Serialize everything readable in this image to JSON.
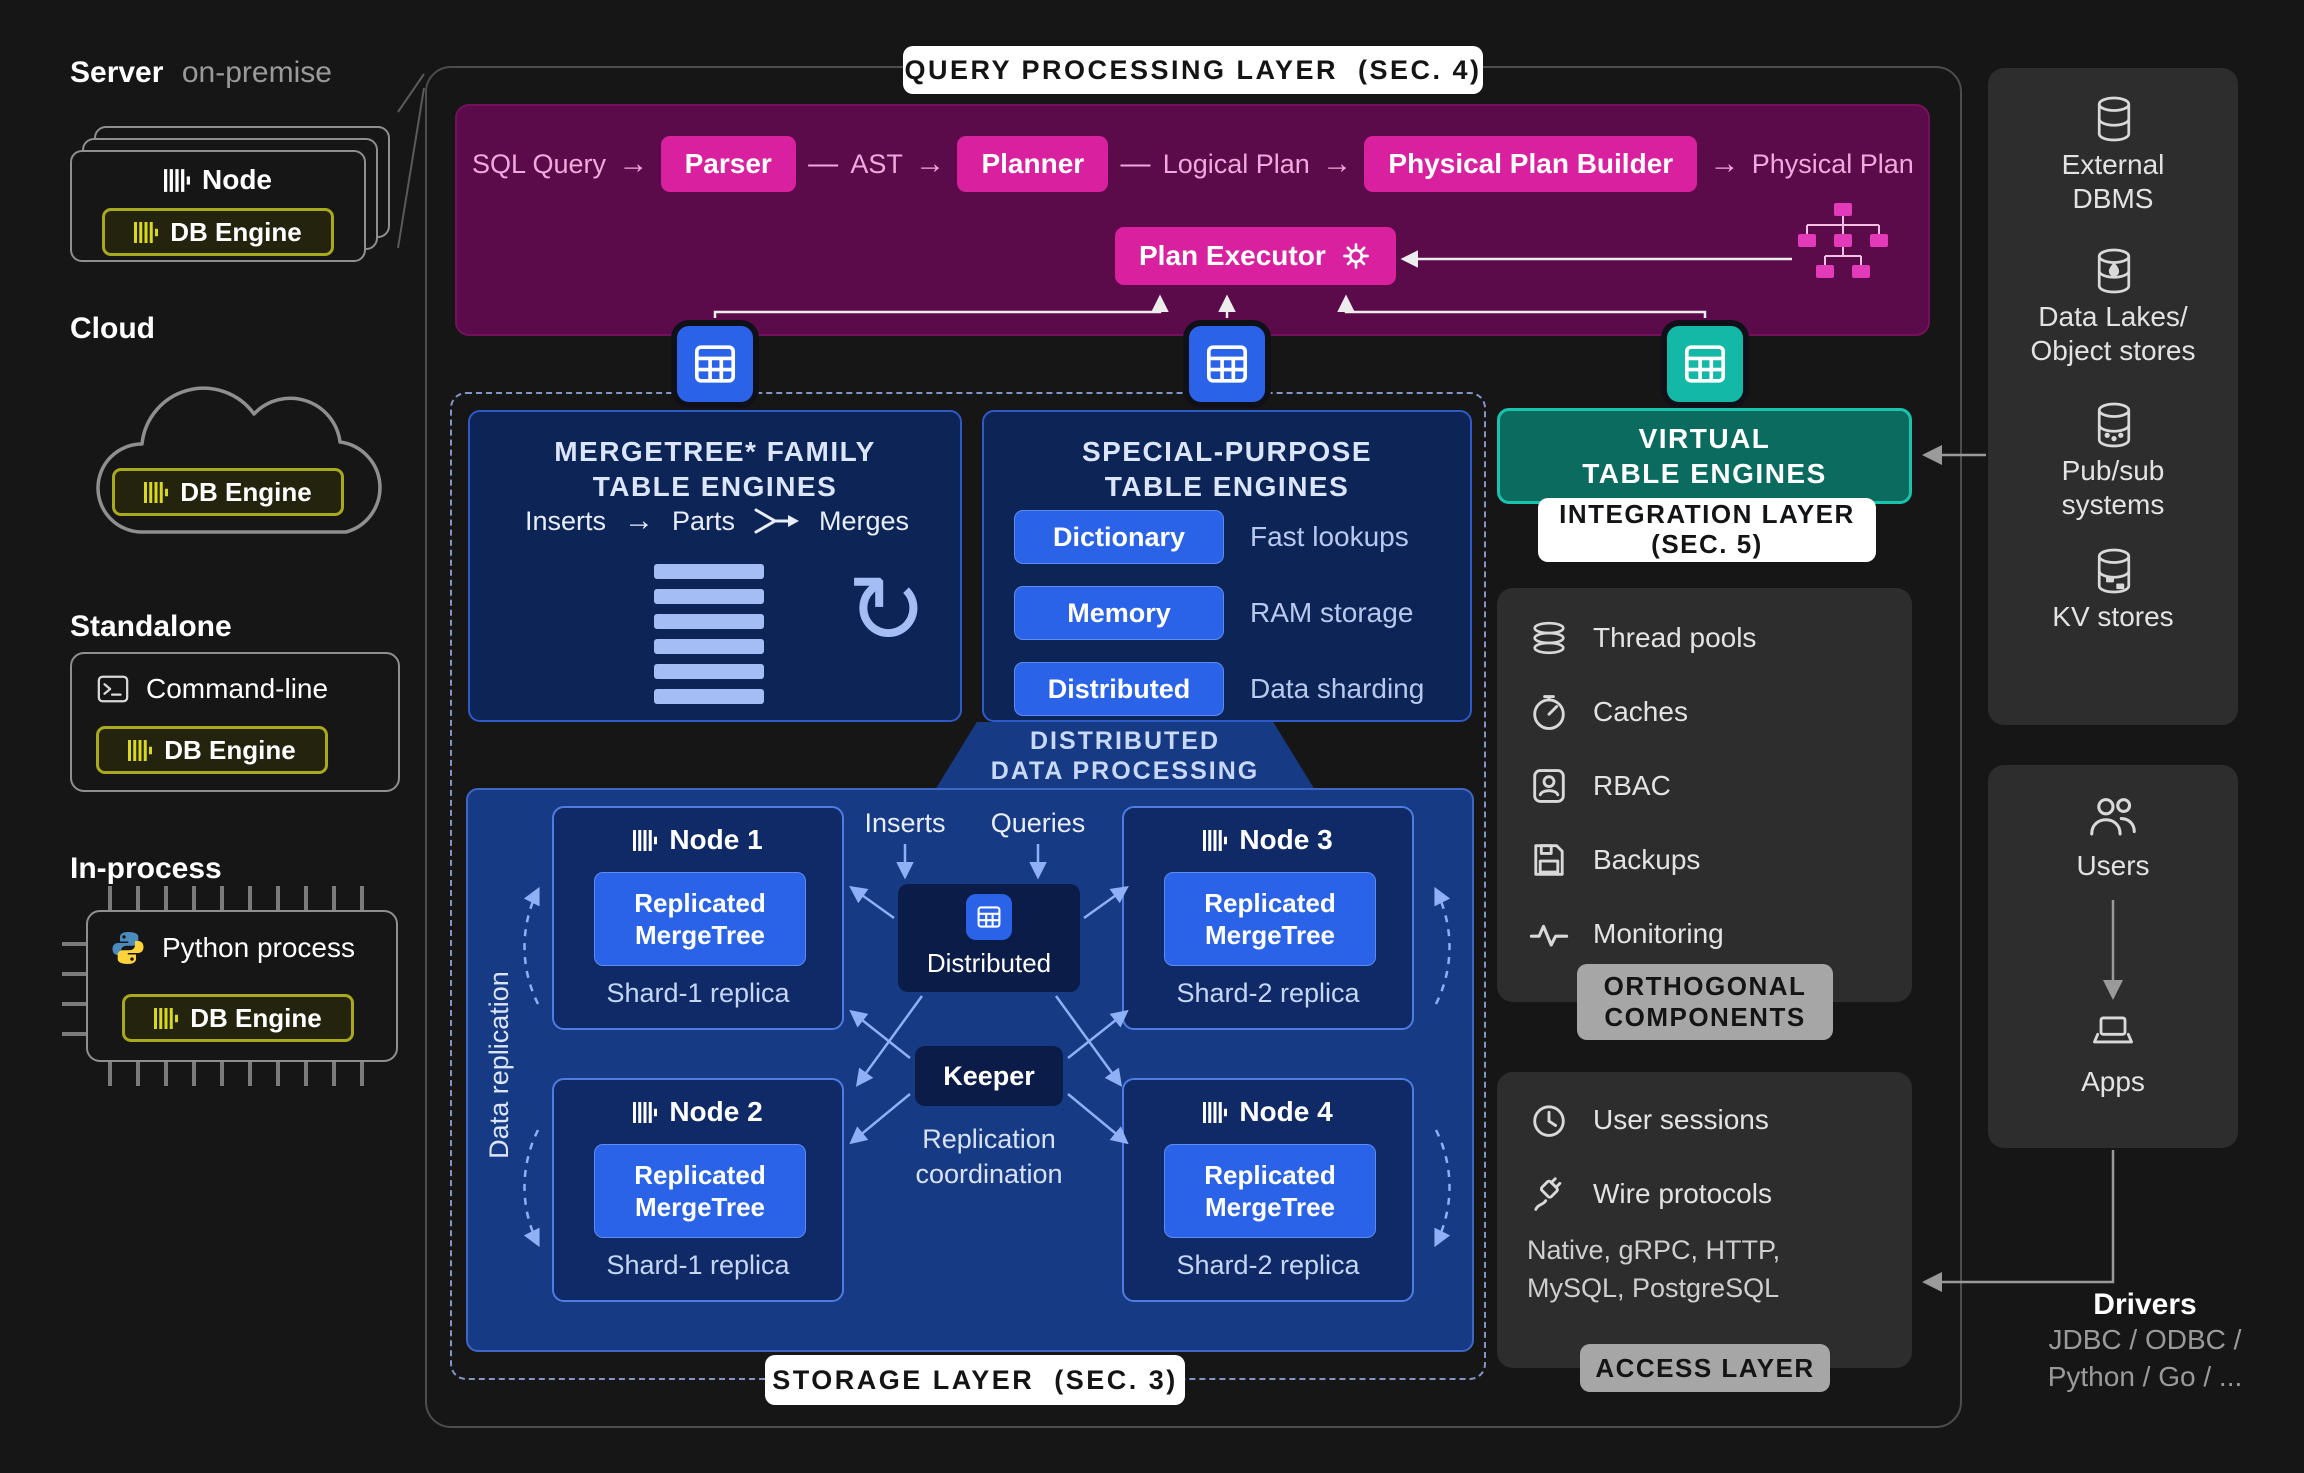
{
  "colors": {
    "bg": "#161616",
    "main_border": "#4d4d4d",
    "text_gray": "#9a9a9a",
    "light": "#e3e3e3",
    "magenta_bg": "#5c0b4a",
    "magenta_btn": "#d9219f",
    "magenta_text": "#f0a9dc",
    "blue_btn": "#2b63e8",
    "engines_bg": "#0d2457",
    "engines_border": "#2f59c6",
    "engines_title": "#dbe6fb",
    "desc": "#b9c9ee",
    "bars": "#a5bdf5",
    "storage_bg": "#173a85",
    "storage_border": "#3e66c4",
    "node_bg": "#0f2a66",
    "node_border": "#4f7ce0",
    "mini_bg": "#0a1c47",
    "storage_text": "#d7e2f8",
    "teal_bg": "#0b6b5f",
    "teal_border": "#19c3ad",
    "teal_icon": "#14b8a6",
    "gray_box": "#2d2d2d",
    "gray_pill": "#a6a6a6",
    "icon_stroke": "#d9d9d9",
    "olive_border": "#a9a91e",
    "olive_icon": "#d8d81f",
    "dashed": "#8296c5",
    "arrow_blue": "#8fb0f5",
    "arrow_white": "#ededed",
    "arrow_gray": "#9a9a9a"
  },
  "left": {
    "server_title": "Server",
    "server_subtitle": "on-premise",
    "node_label": "Node",
    "db_engine": "DB Engine",
    "cloud_title": "Cloud",
    "standalone_title": "Standalone",
    "command_line": "Command-line",
    "inprocess_title": "In-process",
    "python_process": "Python process"
  },
  "query": {
    "pill": "QUERY PROCESSING LAYER  (SEC. 4)",
    "sql_query": "SQL Query",
    "parser": "Parser",
    "ast": "AST",
    "planner": "Planner",
    "logical_plan": "Logical Plan",
    "builder": "Physical Plan Builder",
    "physical_plan": "Physical Plan",
    "executor": "Plan Executor"
  },
  "glyphs": {
    "arrow_right": "→",
    "dash": "—",
    "cycle": "↻"
  },
  "engines": {
    "mergetree_title_1": "MERGETREE* FAMILY",
    "mergetree_title_2": "TABLE ENGINES",
    "inserts": "Inserts",
    "parts": "Parts",
    "merges": "Merges",
    "special_title_1": "SPECIAL-PURPOSE",
    "special_title_2": "TABLE ENGINES",
    "rows": [
      {
        "button": "Dictionary",
        "desc": "Fast lookups"
      },
      {
        "button": "Memory",
        "desc": "RAM storage"
      },
      {
        "button": "Distributed",
        "desc": "Data sharding"
      }
    ],
    "virtual_title_1": "VIRTUAL",
    "virtual_title_2": "TABLE ENGINES",
    "integration_pill_1": "INTEGRATION LAYER",
    "integration_pill_2": "(SEC. 5)"
  },
  "storage": {
    "ddp_1": "DISTRIBUTED",
    "ddp_2": "DATA PROCESSING",
    "pill": "STORAGE LAYER  (SEC. 3)",
    "data_replication": "Data replication",
    "inserts": "Inserts",
    "queries": "Queries",
    "distributed": "Distributed",
    "keeper": "Keeper",
    "repl_coord_1": "Replication",
    "repl_coord_2": "coordination",
    "nodes": [
      {
        "name": "Node 1",
        "engine": "Replicated MergeTree",
        "shard": "Shard-1 replica"
      },
      {
        "name": "Node 2",
        "engine": "Replicated MergeTree",
        "shard": "Shard-1 replica"
      },
      {
        "name": "Node 3",
        "engine": "Replicated MergeTree",
        "shard": "Shard-2 replica"
      },
      {
        "name": "Node 4",
        "engine": "Replicated MergeTree",
        "shard": "Shard-2 replica"
      }
    ]
  },
  "orthogonal": {
    "items": [
      "Thread pools",
      "Caches",
      "RBAC",
      "Backups",
      "Monitoring"
    ],
    "pill_1": "ORTHOGONAL",
    "pill_2": "COMPONENTS"
  },
  "access": {
    "user_sessions": "User sessions",
    "wire_protocols": "Wire protocols",
    "protocols_1": "Native, gRPC, HTTP,",
    "protocols_2": "MySQL, PostgreSQL",
    "pill": "ACCESS LAYER"
  },
  "integration": {
    "items": [
      {
        "line1": "External",
        "line2": "DBMS"
      },
      {
        "line1": "Data Lakes/",
        "line2": "Object stores"
      },
      {
        "line1": "Pub/sub",
        "line2": "systems"
      },
      {
        "line1": "KV stores",
        "line2": ""
      }
    ]
  },
  "clients": {
    "users": "Users",
    "apps": "Apps",
    "drivers_title": "Drivers",
    "drivers_1": "JDBC / ODBC /",
    "drivers_2": "Python / Go / ..."
  }
}
